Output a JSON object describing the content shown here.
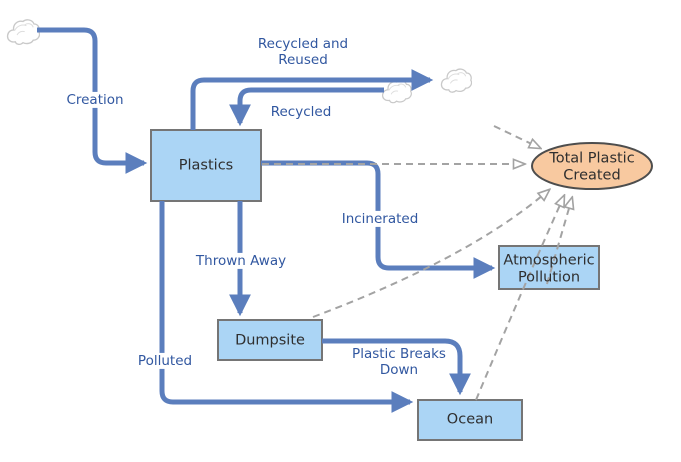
{
  "nodes": {
    "plastics": "Plastics",
    "dumpsite": "Dumpsite",
    "atmospheric_pollution": "Atmospheric\nPollution",
    "ocean": "Ocean",
    "total_plastic_created": "Total Plastic\nCreated"
  },
  "flows": {
    "creation": "Creation",
    "recycled_and_reused": "Recycled and\nReused",
    "recycled": "Recycled",
    "incinerated": "Incinerated",
    "thrown_away": "Thrown Away",
    "polluted": "Polluted",
    "plastic_breaks_down": "Plastic Breaks\nDown"
  },
  "colors": {
    "flow_blue": "#5B7EBD",
    "label_blue": "#3157A0",
    "node_fill": "#ABD5F5",
    "node_border": "#757575",
    "node_text": "#2F2F2F",
    "variable_fill": "#F8C9A0",
    "variable_border": "#4D4D4D",
    "link_gray": "#A3A3A3",
    "cloud_gray": "#C9C9C9",
    "background": "#FFFFFF"
  }
}
